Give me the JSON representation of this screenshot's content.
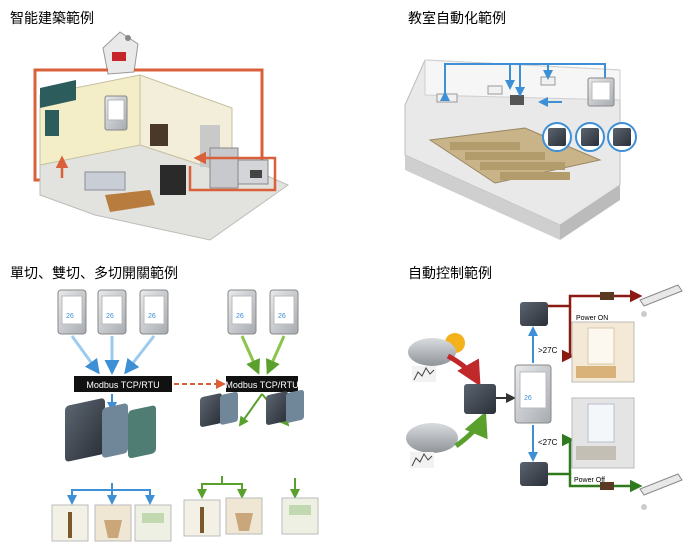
{
  "titles": {
    "smart_building": "智能建築範例",
    "classroom": "教室自動化範例",
    "switch_examples": "單切、雙切、多切開關範例",
    "auto_control": "自動控制範例"
  },
  "switch_panel": {
    "modbus_label_left": "Modbus TCP/RTU",
    "modbus_label_right": "Modbus TCP/RTU"
  },
  "auto_panel": {
    "temp_high": ">27C",
    "temp_low": "<27C",
    "power_on": "Power ON",
    "power_off": "Power Off"
  },
  "device_screen_value": "26",
  "colors": {
    "orange_arrow": "#d9603a",
    "blue_arrow": "#3d8fd6",
    "green_arrow": "#5aa02c",
    "red_arrow": "#c0282a",
    "dark_red_line": "#8b1a12",
    "dark_green_line": "#2f7a1e"
  }
}
